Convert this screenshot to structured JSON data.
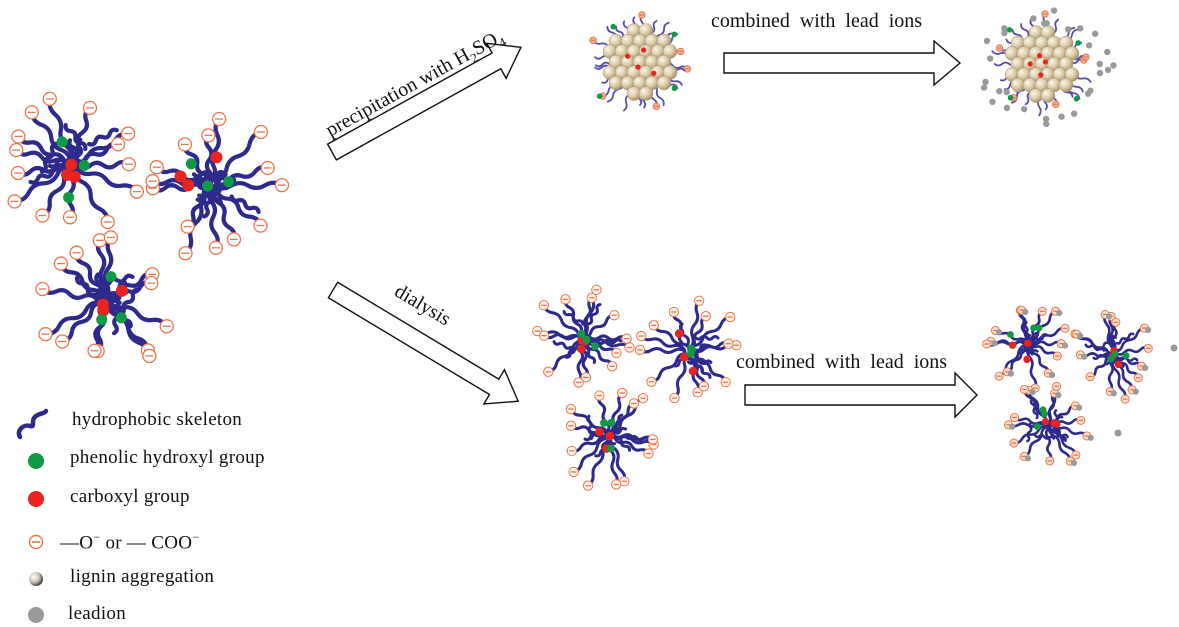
{
  "figure": {
    "type": "schematic",
    "colors": {
      "skeleton": "#2e2a8c",
      "skeleton_light": "#5a4fa8",
      "phenolic": "#119a44",
      "carboxyl": "#e8241f",
      "charge": "#e8774f",
      "charge_fill": "#fff4ec",
      "aggregation": "#d8c9a8",
      "lead_ion": "#9a9a9a",
      "arrow_stroke": "#111111"
    },
    "steps": {
      "precipitation": {
        "label_prefix": "precipitation with ",
        "formula_H": "H",
        "formula_sub1": "2",
        "formula_SO": "SO",
        "formula_sub2": "4"
      },
      "combined_top": {
        "label": "combined with lead ions"
      },
      "dialysis": {
        "label": "dialysis"
      },
      "combined_bottom": {
        "label": "combined with lead ions"
      }
    },
    "panels": [
      {
        "id": "lignin-initial",
        "description": "dispersed lignin molecules with charged groups"
      },
      {
        "id": "lignin-aggregated",
        "description": "lignin aggregation after precipitation"
      },
      {
        "id": "aggregated-with-lead",
        "description": "aggregated lignin surrounded by lead ions"
      },
      {
        "id": "lignin-dialyzed",
        "description": "dialyzed lignin molecules"
      },
      {
        "id": "dialyzed-with-lead",
        "description": "dialyzed lignin bound with lead ions"
      }
    ]
  },
  "legend": {
    "items": [
      {
        "icon": "hydrophobic-skeleton-icon",
        "label": "hydrophobic  skeleton"
      },
      {
        "icon": "phenolic-hydroxyl-icon",
        "label": "phenolic  hydroxyl  group"
      },
      {
        "icon": "carboxyl-icon",
        "label": "carboxyl  group"
      },
      {
        "icon": "charge-icon",
        "label_a": "—O",
        "sup_a": "−",
        "label_mid": " or  — COO",
        "sup_b": "−"
      },
      {
        "icon": "lignin-aggregation-icon",
        "label": "lignin  aggregation"
      },
      {
        "icon": "lead-ion-icon",
        "label": "leadion"
      }
    ]
  }
}
